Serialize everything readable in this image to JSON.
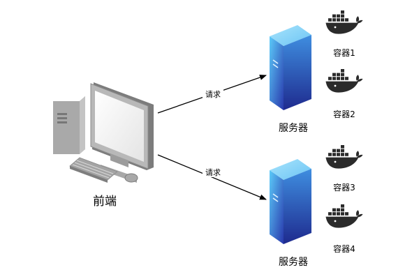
{
  "frontend": {
    "label": "前端"
  },
  "requests": [
    {
      "label": "请求"
    },
    {
      "label": "请求"
    }
  ],
  "servers": [
    {
      "label": "服务器",
      "containers": [
        {
          "label": "容器1"
        },
        {
          "label": "容器2"
        }
      ]
    },
    {
      "label": "服务器",
      "containers": [
        {
          "label": "容器3"
        },
        {
          "label": "容器4"
        }
      ]
    }
  ],
  "colors": {
    "server_light": "#5cc8f8",
    "server_dark": "#2434a8",
    "computer_gray": "#9a9a9a",
    "docker_dark": "#2b2b2b"
  }
}
